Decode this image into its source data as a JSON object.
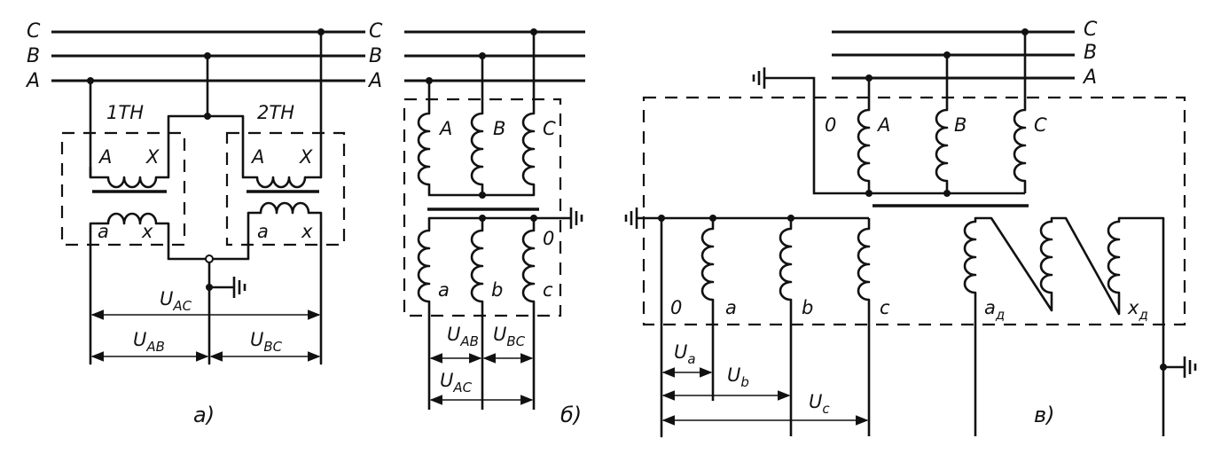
{
  "buses": {
    "c": "C",
    "b": "B",
    "a": "A"
  },
  "figure_a": {
    "tr1_title": "1TH",
    "tr2_title": "2TH",
    "primary_start": "A",
    "primary_end": "X",
    "secondary_start": "a",
    "secondary_end": "x",
    "u_ac": "U",
    "u_ac_sub": "AC",
    "u_ab": "U",
    "u_ab_sub": "AB",
    "u_bc": "U",
    "u_bc_sub": "BC",
    "caption": "а)"
  },
  "figure_b": {
    "prim_a": "A",
    "prim_b": "B",
    "prim_c": "C",
    "neutral": "0",
    "sec_a": "a",
    "sec_b": "b",
    "sec_c": "c",
    "u_ab": "U",
    "u_ab_sub": "AB",
    "u_bc": "U",
    "u_bc_sub": "BC",
    "u_ac": "U",
    "u_ac_sub": "AC",
    "caption": "б)"
  },
  "figure_c": {
    "prim_neutral": "0",
    "prim_a": "A",
    "prim_b": "B",
    "prim_c": "C",
    "sec_neutral": "0",
    "sec_a": "a",
    "sec_b": "b",
    "sec_c": "c",
    "open_delta_start": "a",
    "open_delta_start_sub": "д",
    "open_delta_end": "x",
    "open_delta_end_sub": "д",
    "u_a": "U",
    "u_a_sub": "a",
    "u_b": "U",
    "u_b_sub": "b",
    "u_c": "U",
    "u_c_sub": "c",
    "caption": "в)"
  }
}
